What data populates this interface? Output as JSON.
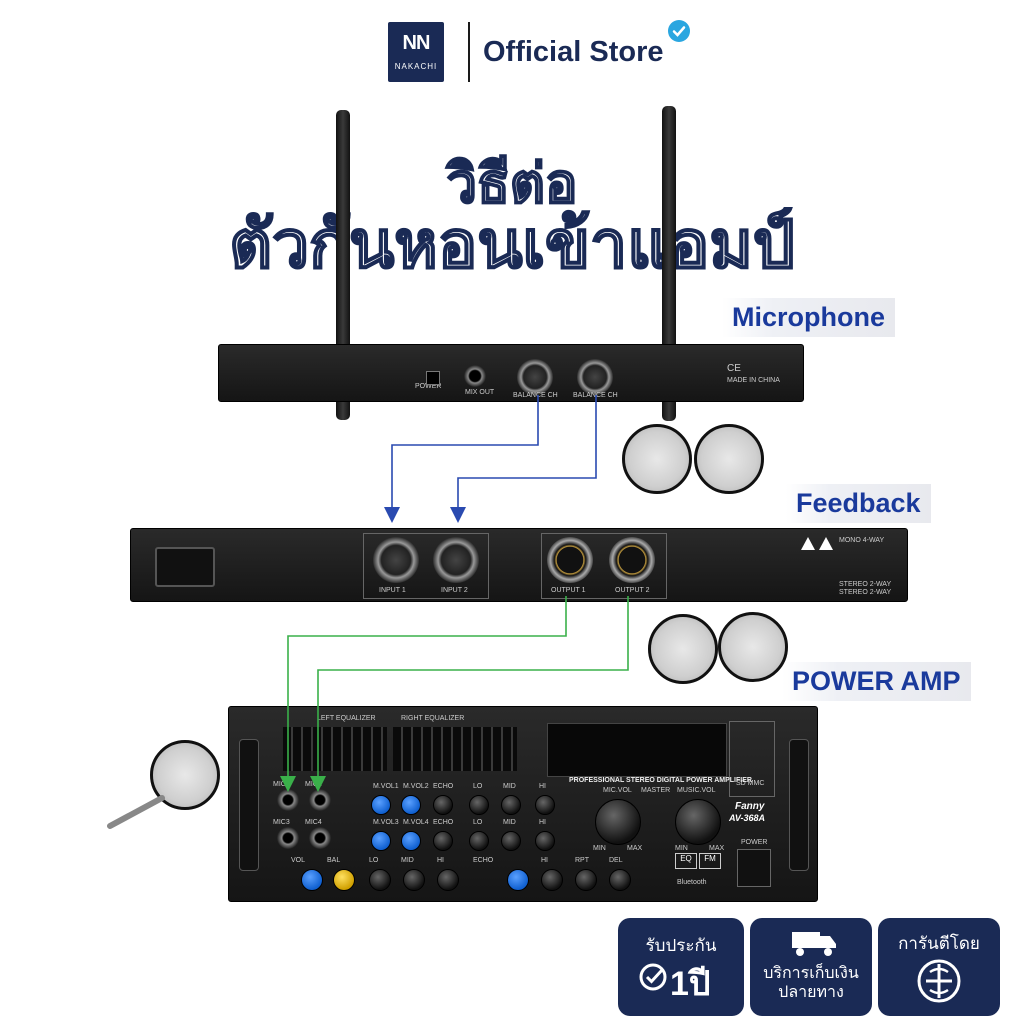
{
  "header": {
    "logo_mark": "NN",
    "logo_name": "NAKACHI",
    "store_title": "Official Store",
    "verified_icon": "check-badge-icon"
  },
  "title": {
    "line1": "วิธีต่อ",
    "line2": "ตัวกันหอนเข้าแอมป์"
  },
  "sections": {
    "microphone": "Microphone",
    "feedback": "Feedback",
    "power_amp": "POWER AMP"
  },
  "mic_receiver": {
    "power_label": "POWER",
    "mix_out_label": "MIX OUT",
    "balance1_label": "BALANCE CH",
    "balance2_label": "BALANCE CH",
    "ce_mark": "CE",
    "made_in": "MADE IN CHINA"
  },
  "feedback_unit": {
    "input1": "INPUT 1",
    "input2": "INPUT 2",
    "output1": "OUTPUT 1",
    "output2": "OUTPUT 2",
    "mono_label": "MONO 4-WAY",
    "stereo1": "STEREO 2-WAY",
    "stereo2": "STEREO 2-WAY"
  },
  "amp": {
    "left_eq": "LEFT EQUALIZER",
    "right_eq": "RIGHT EQUALIZER",
    "mic1": "MIC1",
    "mic2": "MIC2",
    "mic3": "MIC3",
    "mic4": "MIC4",
    "headline": "PROFESSIONAL STEREO DIGITAL POWER AMPLIFIER",
    "mic_vol": "MIC.VOL",
    "master": "MASTER",
    "music_vol": "MUSIC.VOL",
    "brand": "Fanny",
    "model": "AV-368A",
    "power": "POWER",
    "eq": "EQ",
    "fm": "FM",
    "bluetooth": "Bluetooth",
    "row1": [
      "M.VOL1",
      "M.VOL2",
      "ECHO",
      "LO",
      "MID",
      "HI"
    ],
    "row2": [
      "M.VOL3",
      "M.VOL4",
      "ECHO",
      "LO",
      "MID",
      "HI"
    ],
    "row3": [
      "VOL",
      "BAL",
      "LO",
      "MID",
      "HI",
      "ECHO",
      "HI",
      "RPT",
      "DEL"
    ],
    "sd_label": "SD MMC",
    "min": "MIN",
    "max": "MAX"
  },
  "badges": {
    "warranty_top": "รับประกัน",
    "warranty_value": "1ปี",
    "cod": "บริการเก็บเงินปลายทาง",
    "guarantee_top": "การันตีโดย"
  },
  "colors": {
    "brand_navy": "#1a2a55",
    "label_blue": "#1a3a9c",
    "arrow_blue": "#2a4ab0",
    "arrow_green": "#3ab04a",
    "verified": "#2aa6e0"
  }
}
